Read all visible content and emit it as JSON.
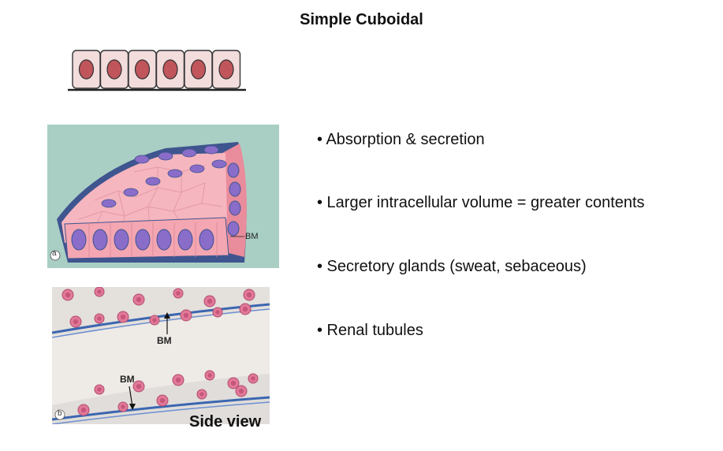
{
  "slide": {
    "title": "Simple Cuboidal",
    "bullets": [
      "• Absorption & secretion",
      "• Larger intracellular volume = greater contents",
      "• Secretory glands (sweat, sebaceous)",
      "• Renal tubules"
    ],
    "figure_a": {
      "panel_letter": "a",
      "label_bm": "BM"
    },
    "figure_b": {
      "panel_letter": "b",
      "label_bm_top": "BM",
      "label_bm_bottom": "BM"
    },
    "side_view_label": "Side view"
  },
  "colors": {
    "cell_fill": "#f2dcdc",
    "nucleus": "#c0555c",
    "panel_bg": "#a9cfc4",
    "epithelium_pink": "#f3aab4",
    "basement_membrane": "#3b4f88",
    "nucleus_purple": "#8a6cc9",
    "micrograph_bg": "#eeeae6"
  }
}
